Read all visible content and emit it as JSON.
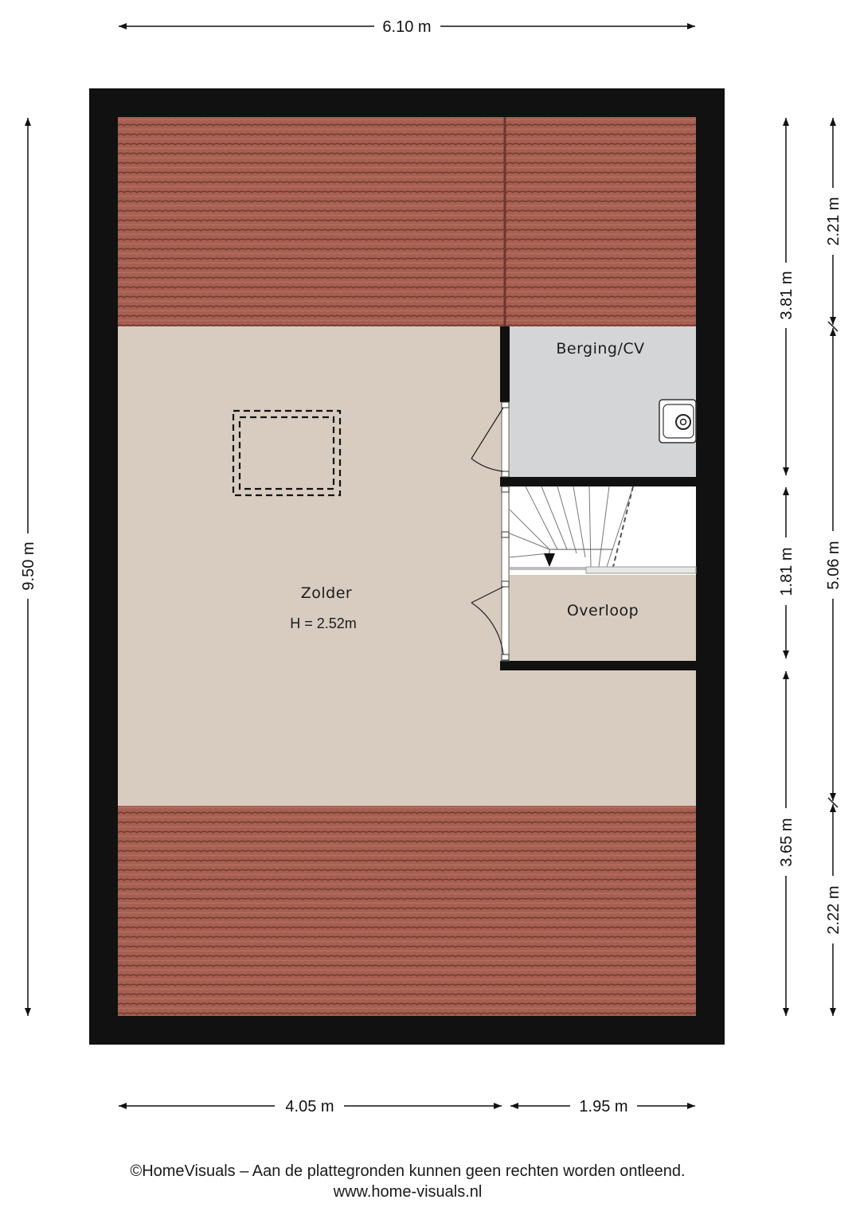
{
  "rooms": {
    "zolder": {
      "name": "Zolder",
      "height": "H = 2.52m"
    },
    "berging": {
      "name": "Berging/CV"
    },
    "overloop": {
      "name": "Overloop"
    }
  },
  "dimensions": {
    "top": "6.10 m",
    "left": "9.50 m",
    "bottom_left": "4.05 m",
    "bottom_right": "1.95 m",
    "right_inner": [
      "3.81 m",
      "1.81 m",
      "3.65 m"
    ],
    "right_outer": [
      "2.21 m",
      "5.06 m",
      "2.22 m"
    ]
  },
  "colors": {
    "wall": "#111111",
    "floor": "#d8ccc0",
    "roof_tiles": "#a35c4f",
    "berging_floor": "#d4d5d6"
  },
  "footer": {
    "line1": "©HomeVisuals – Aan de plattegronden kunnen geen rechten worden ontleend.",
    "line2": "www.home-visuals.nl"
  }
}
